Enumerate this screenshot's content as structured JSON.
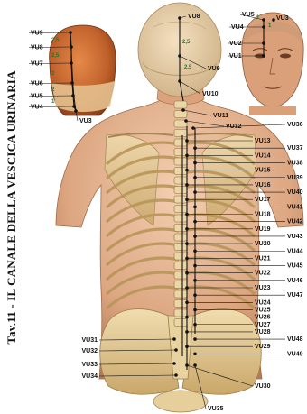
{
  "title": "Tav.11 - IL CANALE DELLA VESCICA URINARIA",
  "head_back_inset": {
    "points": [
      "VU9",
      "VU8",
      "VU7",
      "VU6",
      "VU5",
      "VU4",
      "VU3"
    ],
    "cun_labels": [
      "2,5",
      "2,5",
      "2",
      "2",
      "1"
    ]
  },
  "head_front_inset": {
    "points": [
      "VU5",
      "VU3",
      "VU4",
      "VU2",
      "VU1"
    ],
    "cun_labels": [
      "1",
      "1"
    ]
  },
  "back": {
    "top_points": [
      "VU8",
      "VU9",
      "VU10",
      "VU11",
      "VU12",
      "VU36"
    ],
    "cun_labels": [
      "2,5",
      "2,5"
    ],
    "right_points": [
      "VU13",
      "VU37",
      "VU14",
      "VU38",
      "VU15",
      "VU39",
      "VU16",
      "VU40",
      "VU17",
      "VU41",
      "VU18",
      "VU42",
      "VU19",
      "VU43",
      "VU20",
      "VU44",
      "VU21",
      "VU45",
      "VU22",
      "VU46",
      "VU23",
      "VU47",
      "VU24",
      "VU25",
      "VU26",
      "VU27",
      "VU28",
      "VU48",
      "VU29",
      "VU49",
      "VU30",
      "VU35"
    ],
    "left_points": [
      "VU31",
      "VU32",
      "VU33",
      "VU34"
    ]
  },
  "colors": {
    "meridian": "#111111",
    "point": "#111111",
    "cun": "#1b7a2f",
    "skin": "#e8b995",
    "bone": "#e2cc94"
  }
}
